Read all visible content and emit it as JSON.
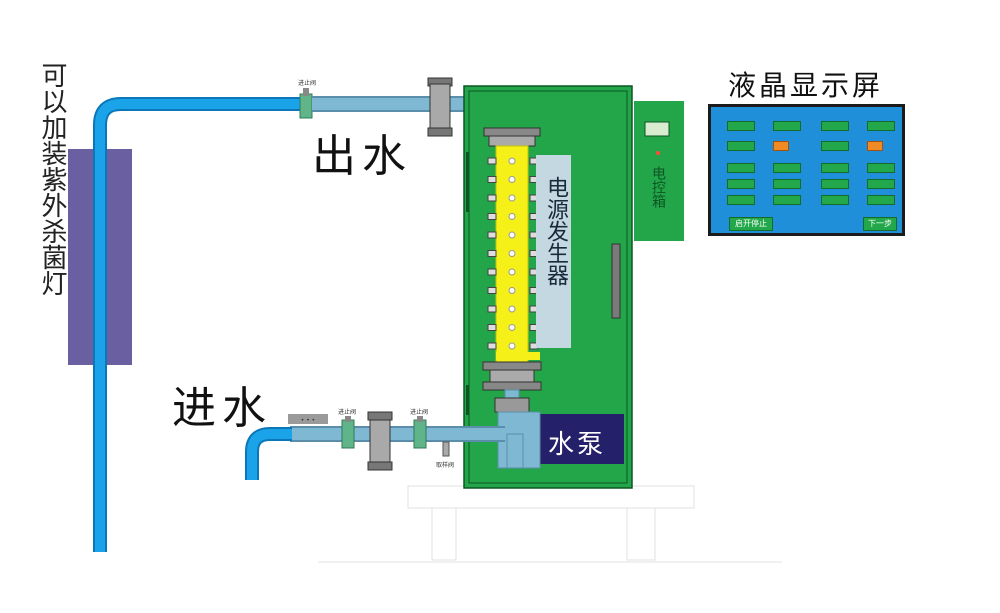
{
  "labels": {
    "uv_lamp": "可以加装紫外杀菌灯",
    "water_out": "出水",
    "water_in": "进水",
    "power_generator": "电源发生器",
    "water_pump": "水泵",
    "lcd_title": "液晶显示屏",
    "control_box": "电控箱"
  },
  "valves": {
    "top_valve": "进止阀",
    "inlet_valve_1": "进止阀",
    "inlet_valve_2": "进止阀",
    "sample_valve": "取样阀"
  },
  "lcd": {
    "start_stop": "启开停止",
    "next": "下一步"
  },
  "colors": {
    "pipe": "#1aa3e8",
    "pipe_gray": "#7fb8d3",
    "cabinet": "#23a64a",
    "generator": "#f5f018",
    "uv_lamp": "#6a5fa0",
    "pump": "#25206a",
    "lcd_bg": "#1e8fd8"
  }
}
